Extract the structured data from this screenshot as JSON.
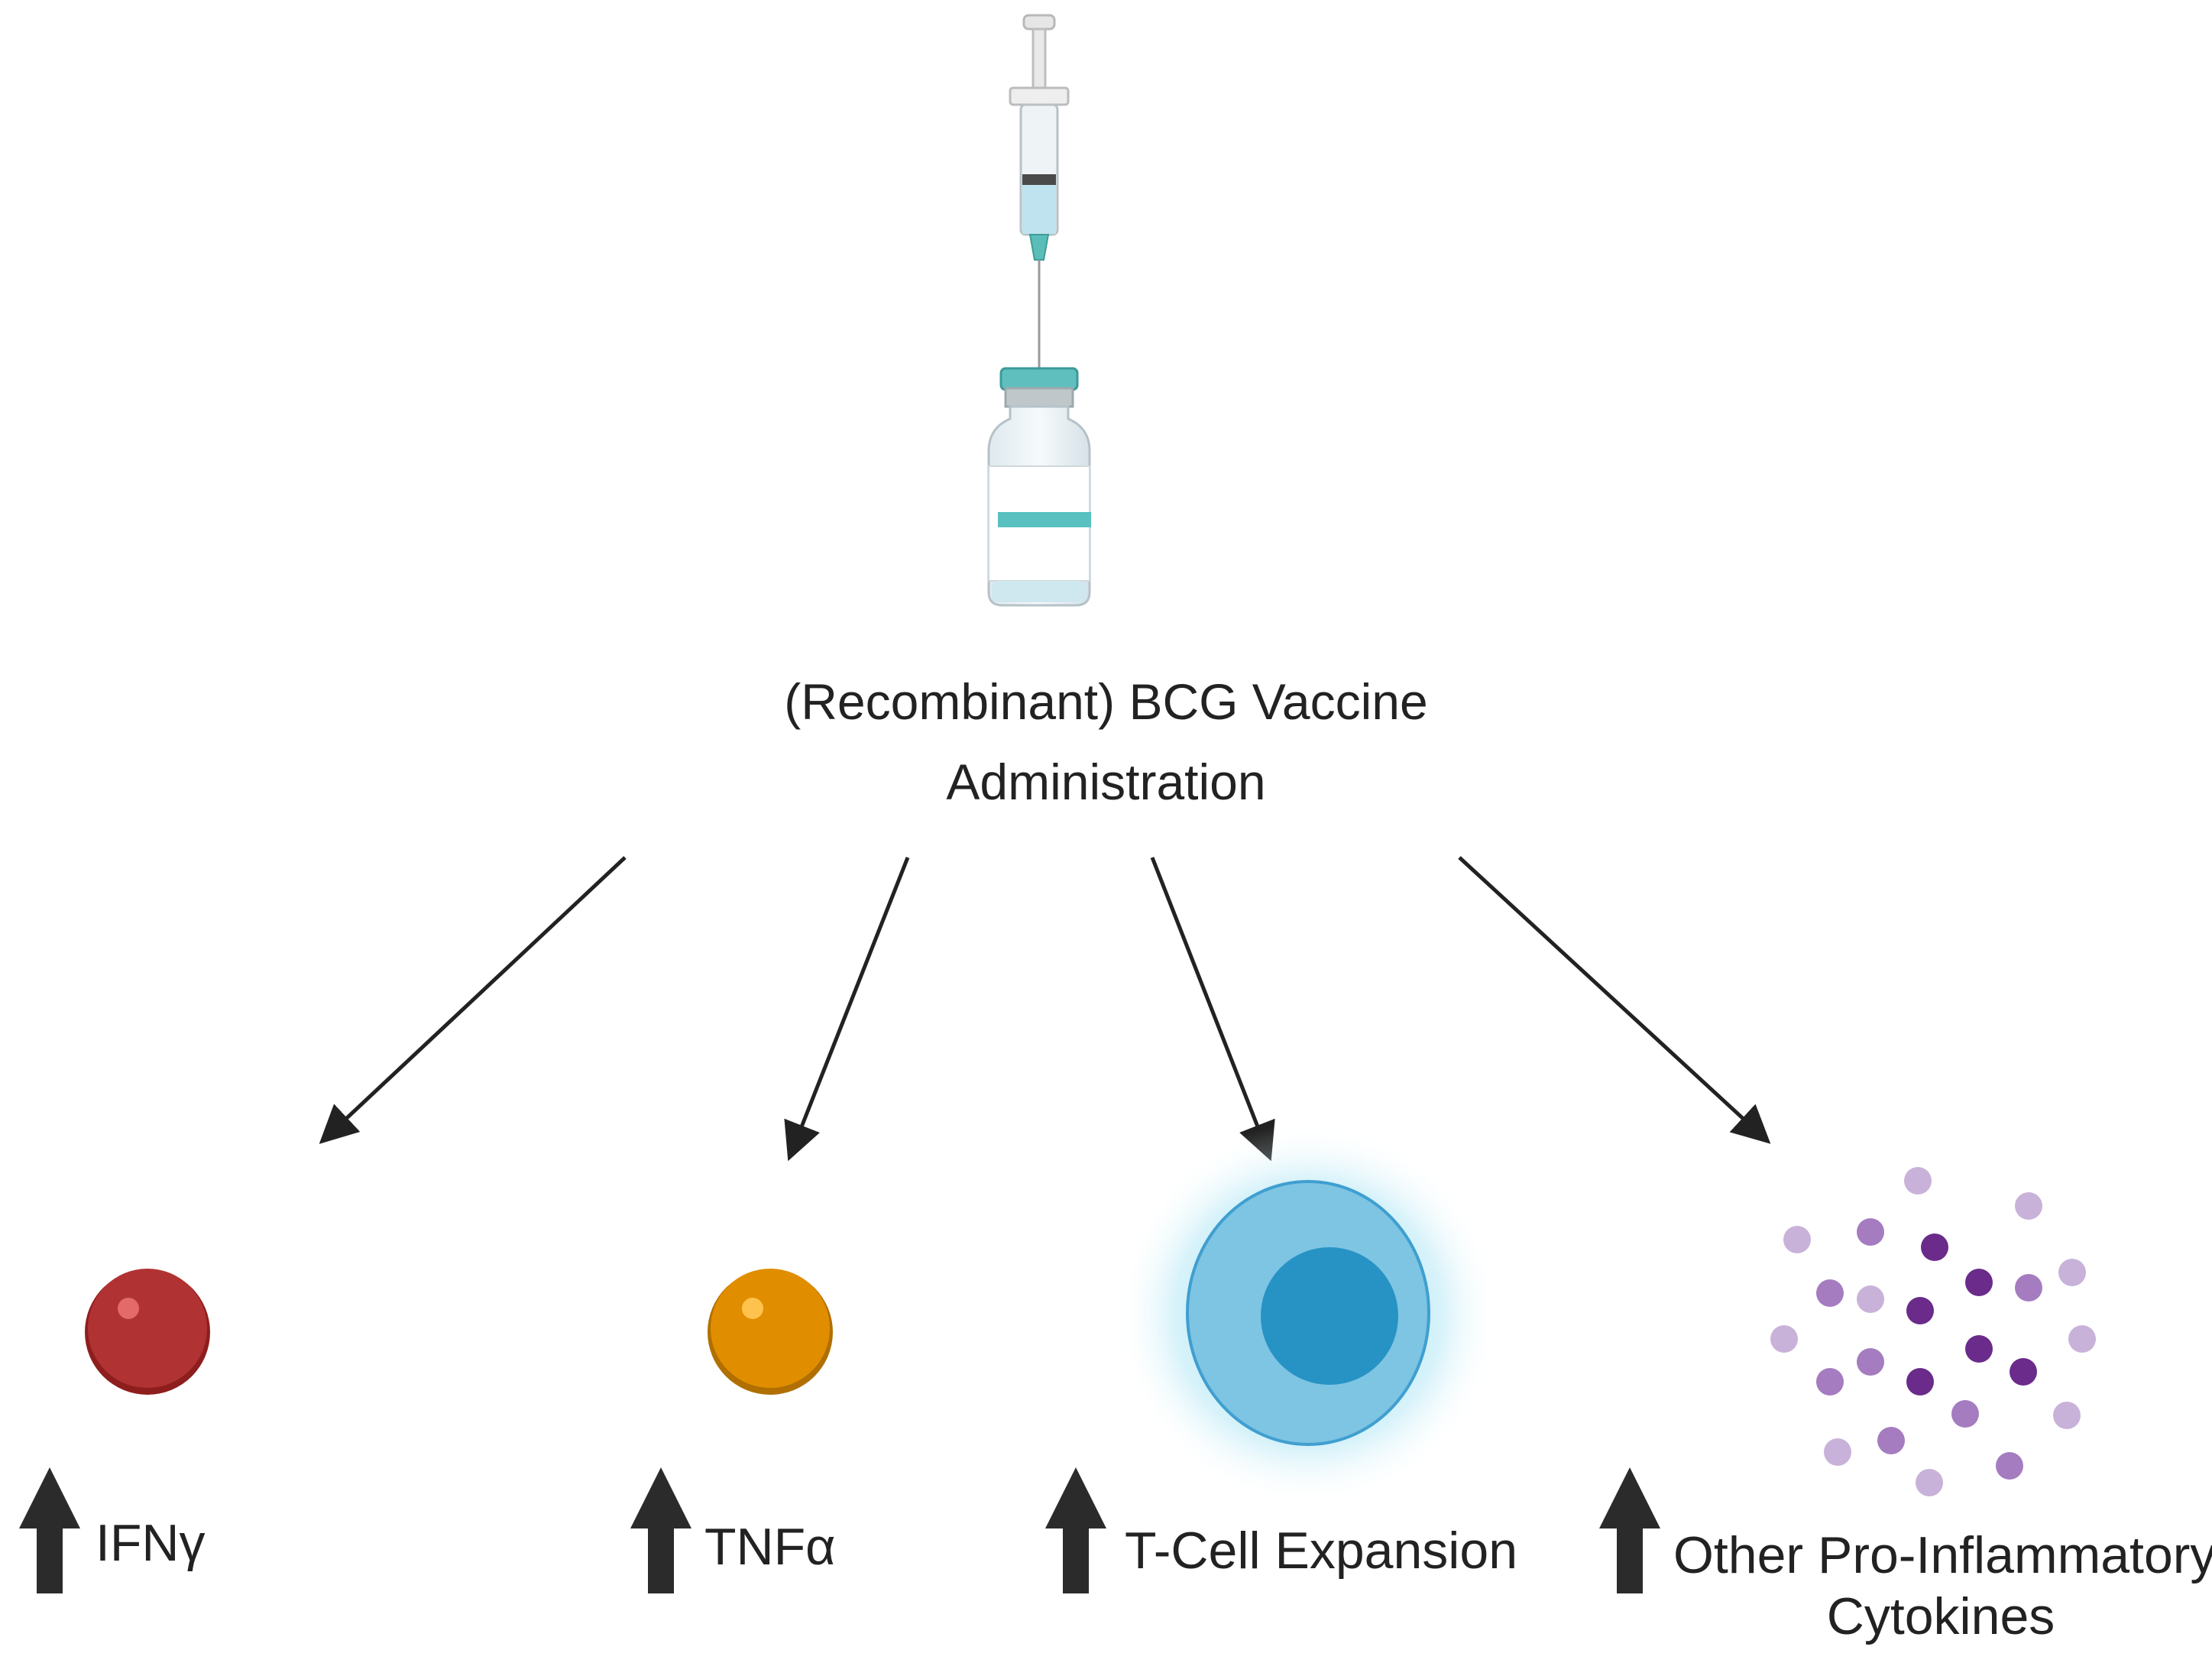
{
  "diagram": {
    "center": {
      "line1": "(Recombinant) BCG Vaccine",
      "line2": "Administration",
      "icon": "syringe-and-vial-icon"
    },
    "outcomes": [
      {
        "label": "IFNγ",
        "icon": "red-cytokine-sphere-icon",
        "color": "#a52a2a",
        "indicator": "up-arrow-icon"
      },
      {
        "label": "TNFα",
        "icon": "orange-cytokine-sphere-icon",
        "color": "#e08e00",
        "indicator": "up-arrow-icon"
      },
      {
        "label": "T-Cell Expansion",
        "icon": "t-cell-icon",
        "color": "#79c3e0",
        "indicator": "up-arrow-icon"
      },
      {
        "label_line1": "Other Pro-Inflammatory",
        "label_line2": "Cytokines",
        "icon": "cytokine-particles-icon",
        "color": "#8e5aa8",
        "indicator": "up-arrow-icon"
      }
    ]
  }
}
